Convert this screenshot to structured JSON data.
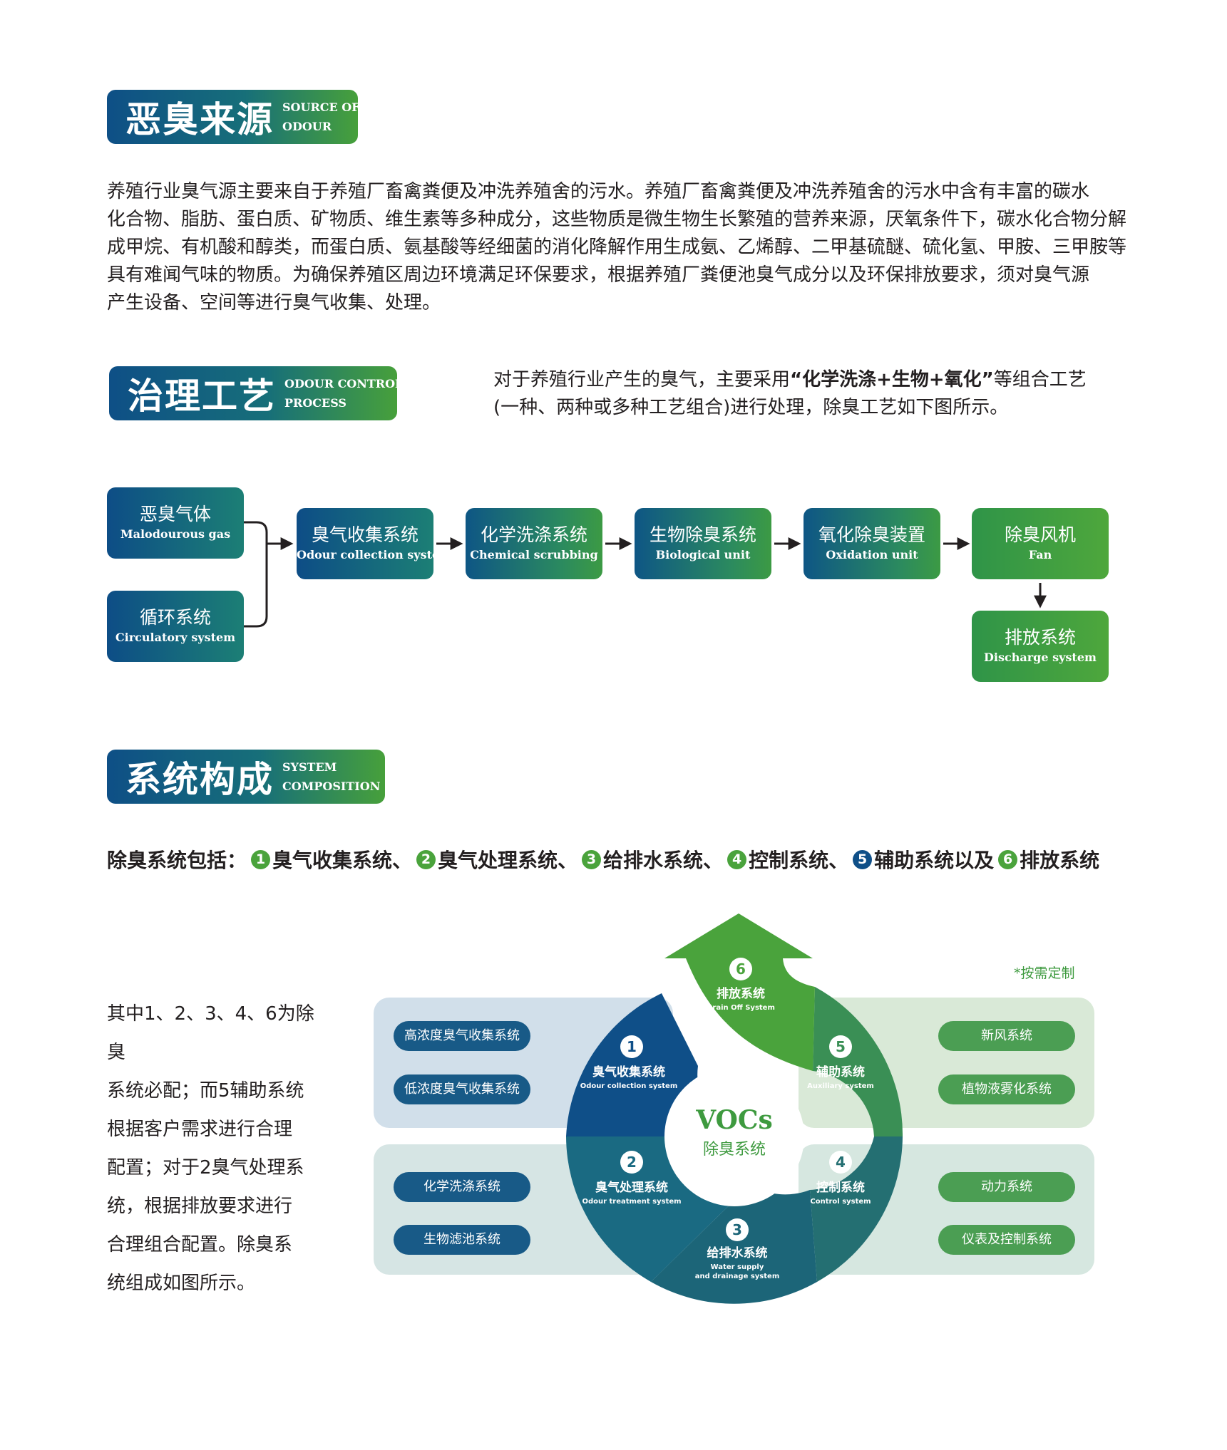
{
  "sections": {
    "source": {
      "title_cn": "恶臭来源",
      "title_en_1": "SOURCE OF",
      "title_en_2": "ODOUR"
    },
    "process": {
      "title_cn": "治理工艺",
      "title_en_1": "ODOUR CONTROL",
      "title_en_2": "PROCESS"
    },
    "composition": {
      "title_cn": "系统构成",
      "title_en_1": "SYSTEM",
      "title_en_2": "COMPOSITION"
    }
  },
  "source_text": [
    "养殖行业臭气源主要来自于养殖厂畜禽粪便及冲洗养殖舍的污水。养殖厂畜禽粪便及冲洗养殖舍的污水中含有丰富的碳水",
    "化合物、脂肪、蛋白质、矿物质、维生素等多种成分，这些物质是微生物生长繁殖的营养来源，厌氧条件下，碳水化合物分解",
    "成甲烷、有机酸和醇类，而蛋白质、氨基酸等经细菌的消化降解作用生成氨、乙烯醇、二甲基硫醚、硫化氢、甲胺、三甲胺等",
    "具有难闻气味的物质。为确保养殖区周边环境满足环保要求，根据养殖厂粪便池臭气成分以及环保排放要求，须对臭气源",
    "产生设备、空间等进行臭气收集、处理。"
  ],
  "process_intro": {
    "part1": "对于养殖行业产生的臭气，主要采用",
    "bold": "“化学洗涤+生物+氧化”",
    "part2": "等组合工艺",
    "line2": "(一种、两种或多种工艺组合)进行处理，除臭工艺如下图所示。"
  },
  "flow": {
    "gas": {
      "cn": "恶臭气体",
      "en": "Malodourous gas"
    },
    "circ": {
      "cn": "循环系统",
      "en": "Circulatory system"
    },
    "steps": [
      {
        "cn": "臭气收集系统",
        "en": "Odour collection system"
      },
      {
        "cn": "化学洗涤系统",
        "en": "Chemical scrubbing"
      },
      {
        "cn": "生物除臭系统",
        "en": "Biological unit"
      },
      {
        "cn": "氧化除臭装置",
        "en": "Oxidation unit"
      },
      {
        "cn": "除臭风机",
        "en": "Fan"
      }
    ],
    "discharge": {
      "cn": "排放系统",
      "en": "Discharge system"
    }
  },
  "includes": {
    "label": "除臭系统包括：",
    "items": [
      {
        "num": "1",
        "text": "臭气收集系统、",
        "color": "#4aa33c"
      },
      {
        "num": "2",
        "text": "臭气处理系统、",
        "color": "#4aa33c"
      },
      {
        "num": "3",
        "text": "给排水系统、",
        "color": "#4aa33c"
      },
      {
        "num": "4",
        "text": "控制系统、",
        "color": "#4aa33c"
      },
      {
        "num": "5",
        "text": "辅助系统以及",
        "color": "#0f4f88"
      },
      {
        "num": "6",
        "text": "排放系统",
        "color": "#4aa33c"
      }
    ]
  },
  "side_text": [
    "其中1、2、3、4、6为除臭",
    "系统必配；而5辅助系统",
    "根据客户需求进行合理",
    "配置；对于2臭气处理系",
    "统，根据排放要求进行",
    "合理组合配置。除臭系",
    "统组成如图所示。"
  ],
  "custom_note": "*按需定制",
  "pills_left": [
    "高浓度臭气收集系统",
    "低浓度臭气收集系统",
    "化学洗涤系统",
    "生物滤池系统"
  ],
  "pills_right": [
    "新风系统",
    "植物液雾化系统",
    "动力系统",
    "仪表及控制系统"
  ],
  "wheel": {
    "center_en": "VOCs",
    "center_cn": "除臭系统",
    "segments": [
      {
        "num": "1",
        "cn": "臭气收集系统",
        "en": "Odour collection system"
      },
      {
        "num": "2",
        "cn": "臭气处理系统",
        "en": "Odour treatment system"
      },
      {
        "num": "3",
        "cn": "给排水系统",
        "en1": "Water supply",
        "en2": "and drainage system"
      },
      {
        "num": "4",
        "cn": "控制系统",
        "en": "Control system"
      },
      {
        "num": "5",
        "cn": "辅助系统",
        "en": "Auxiliary system"
      },
      {
        "num": "6",
        "cn": "排放系统",
        "en": "Drain Off System"
      }
    ]
  },
  "colors": {
    "blue": "#0f4f88",
    "teal": "#1a6a82",
    "green": "#4aa33c",
    "mid_green": "#3a8f55"
  }
}
